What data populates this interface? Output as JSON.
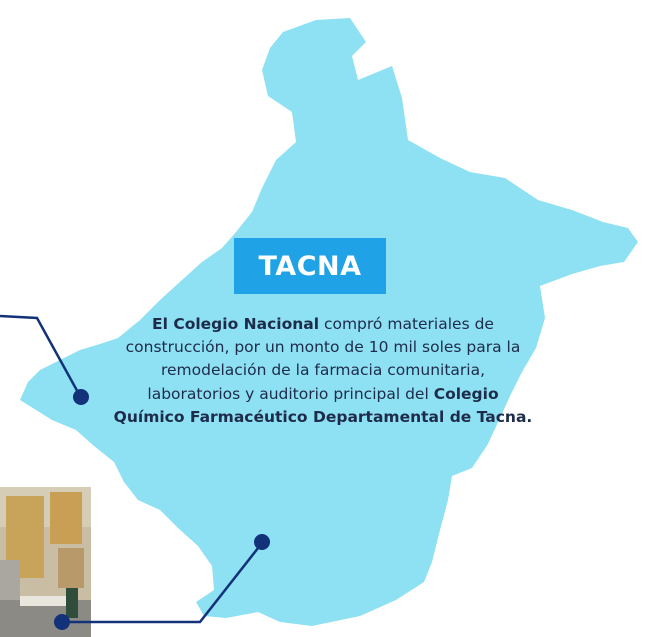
{
  "region": {
    "name": "TACNA",
    "description": {
      "part1_bold": "El Colegio Nacional",
      "part2": " compró  materiales de construcción, por un monto de 10 mil soles para la remodelación de la farmacia comunitaria, laboratorios y auditorio principal del ",
      "part3_bold": "Colegio Químico Farmacéutico Departamental de Tacna."
    }
  },
  "colors": {
    "map_fill": "#8ee0f3",
    "title_box": "#1fa2e6",
    "connector_line": "#12327a",
    "text": "#1e2b4a"
  }
}
